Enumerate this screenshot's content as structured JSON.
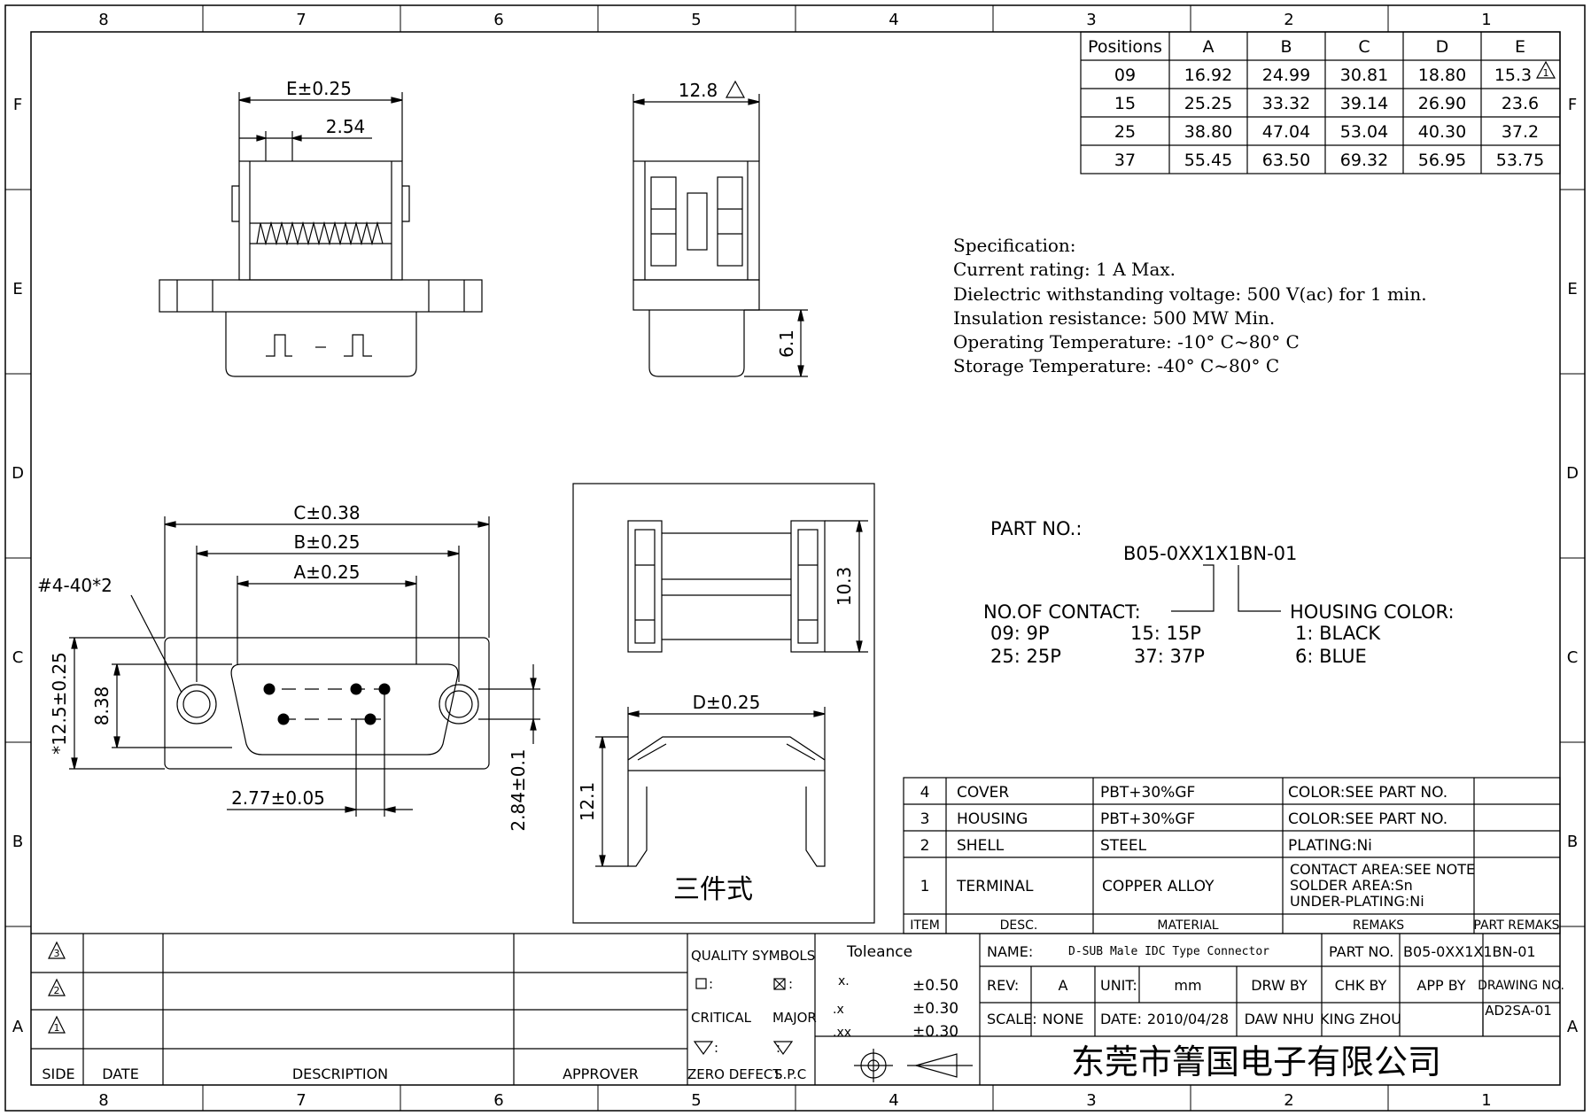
{
  "border": {
    "columns": [
      "8",
      "7",
      "6",
      "5",
      "4",
      "3",
      "2",
      "1"
    ],
    "rows": [
      "F",
      "E",
      "D",
      "C",
      "B",
      "A"
    ]
  },
  "dimensions": {
    "e": "E±0.25",
    "pitch": "2.54",
    "depth": "12.8",
    "shell_height": "6.1",
    "c": "C±0.38",
    "b": "B±0.25",
    "a": "A±0.25",
    "screw": "#4-40*2",
    "height": "*12.5±0.25",
    "inner_height": "8.38",
    "row_pitch": "2.77±0.05",
    "row_offset": "2.84±0.1",
    "cover_height": "10.3",
    "d": "D±0.25",
    "clip_height": "12.1",
    "three_piece": "三件式"
  },
  "positions_table": {
    "headers": [
      "Positions",
      "A",
      "B",
      "C",
      "D",
      "E"
    ],
    "rows": [
      [
        "09",
        "16.92",
        "24.99",
        "30.81",
        "18.80",
        "15.3"
      ],
      [
        "15",
        "25.25",
        "33.32",
        "39.14",
        "26.90",
        "23.6"
      ],
      [
        "25",
        "38.80",
        "47.04",
        "53.04",
        "40.30",
        "37.2"
      ],
      [
        "37",
        "55.45",
        "63.50",
        "69.32",
        "56.95",
        "53.75"
      ]
    ]
  },
  "specification": {
    "title": "Specification:",
    "lines": [
      "Current rating: 1 A Max.",
      "Dielectric withstanding voltage: 500 V(ac) for 1 min.",
      "Insulation resistance: 500 MW Min.",
      "Operating Temperature: -10° C~80° C",
      "Storage Temperature: -40° C~80° C"
    ]
  },
  "part_no": {
    "label": "PART NO.:",
    "code": "B05-0XX1X1BN-01",
    "contact_title": "NO.OF CONTACT:",
    "contacts": [
      "09: 9P",
      "15: 15P",
      "25: 25P",
      "37: 37P"
    ],
    "color_title": "HOUSING COLOR:",
    "colors": [
      "1:  BLACK",
      "6:  BLUE"
    ]
  },
  "bom": {
    "rows": [
      {
        "item": "4",
        "desc": "COVER",
        "material": "PBT+30%GF",
        "remarks": "COLOR:SEE PART NO."
      },
      {
        "item": "3",
        "desc": "HOUSING",
        "material": "PBT+30%GF",
        "remarks": "COLOR:SEE PART NO."
      },
      {
        "item": "2",
        "desc": "SHELL",
        "material": "STEEL",
        "remarks": "PLATING:Ni"
      },
      {
        "item": "1",
        "desc": "TERMINAL",
        "material": "COPPER ALLOY",
        "remarks_lines": [
          "CONTACT AREA:SEE NOTE",
          "SOLDER AREA:Sn",
          "UNDER-PLATING:Ni"
        ]
      }
    ],
    "headers": {
      "item": "ITEM",
      "desc": "DESC.",
      "material": "MATERIAL",
      "remarks": "REMAKS",
      "part_remarks": "PART REMAKS"
    }
  },
  "revision_block": {
    "marks": [
      "3",
      "2",
      "1"
    ],
    "headers": {
      "side": "SIDE",
      "date": "DATE",
      "description": "DESCRIPTION",
      "approver": "APPROVER"
    }
  },
  "quality": {
    "title": "QUALITY SYMBOLS",
    "critical": "CRITICAL",
    "major": "MAJOR",
    "zero_defect": "ZERO DEFECT",
    "spc": "S.P.C",
    "colon": ":"
  },
  "tolerance": {
    "title": "Toleance",
    "rows": [
      [
        ".x",
        "±0.50"
      ],
      [
        ".x",
        "±0.30"
      ],
      [
        ".xx",
        "±0.30"
      ]
    ],
    "first_key": "x."
  },
  "title_block": {
    "name_label": "NAME:",
    "name": "D-SUB Male IDC Type Connector",
    "part_no_label": "PART NO.",
    "part_no": "B05-0XX1X1BN-01",
    "rev_label": "REV:",
    "rev": "A",
    "unit_label": "UNIT:",
    "unit": "mm",
    "drw_label": "DRW BY",
    "chk_label": "CHK BY",
    "app_label": "APP BY",
    "drawing_no_label": "DRAWING NO.",
    "drawing_no": "AD2SA-01",
    "scale_label": "SCALE:",
    "scale": "NONE",
    "date_label": "DATE:",
    "date": "2010/04/28",
    "drw_by": "DAW NHU",
    "chk_by": "KING ZHOU",
    "company": "东莞市箐国电子有限公司"
  }
}
